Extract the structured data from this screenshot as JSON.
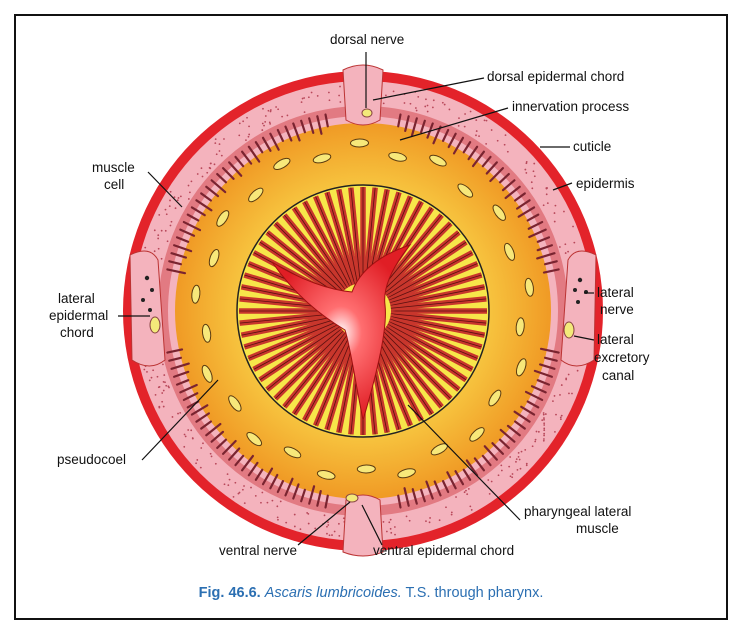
{
  "figure": {
    "labels": {
      "dorsal_nerve": "dorsal nerve",
      "dorsal_epidermal_chord": "dorsal epidermal chord",
      "innervation_process": "innervation process",
      "cuticle": "cuticle",
      "epidermis": "epidermis",
      "muscle_cell_1": "muscle",
      "muscle_cell_2": "cell",
      "lateral_epidermal_chord_1": "lateral",
      "lateral_epidermal_chord_2": "epidermal",
      "lateral_epidermal_chord_3": "chord",
      "lateral_nerve_1": "lateral",
      "lateral_nerve_2": "nerve",
      "lateral_excretory_canal_1": "lateral",
      "lateral_excretory_canal_2": "excretory",
      "lateral_excretory_canal_3": "canal",
      "pseudocoel": "pseudocoel",
      "pharyngeal_lateral_muscle_1": "pharyngeal lateral",
      "pharyngeal_lateral_muscle_2": "muscle",
      "ventral_nerve": "ventral nerve",
      "ventral_epidermal_chord": "ventral epidermal chord"
    },
    "caption": {
      "fig_number": "Fig. 46.6.",
      "species": "Ascaris lumbricoides.",
      "description": "T.S. through pharynx."
    },
    "colors": {
      "cuticle": "#e02a2a",
      "epidermis": "#f2a9b4",
      "pseudocoel": "#f5b42a",
      "pharynx_muscle": "#c8362c",
      "pharynx_yellow": "#f7e64a",
      "lumen": "#e8262a",
      "caption": "#2b6fb2"
    }
  }
}
